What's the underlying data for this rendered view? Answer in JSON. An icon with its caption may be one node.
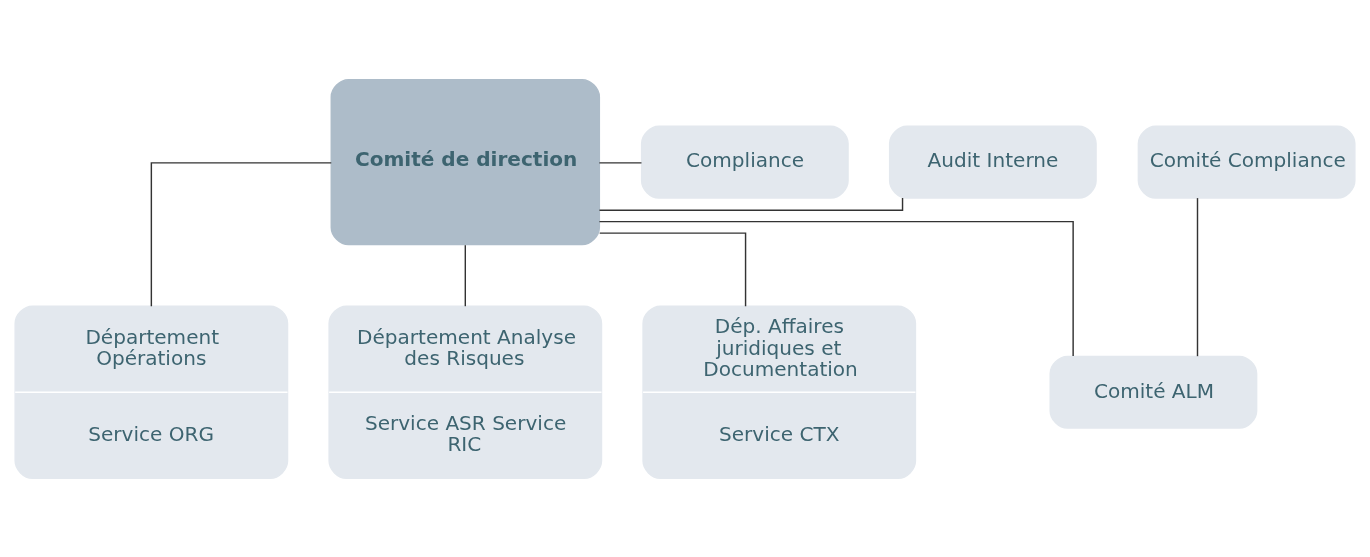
{
  "diagram": {
    "nodes": [
      {
        "text": [
          "Comité de direction"
        ]
      },
      {
        "text": [
          "Audit Interne"
        ]
      },
      {
        "text": [
          "Compliance"
        ]
      },
      {
        "text": [
          "Comité Compliance"
        ]
      },
      {
        "text": [
          "Département Opérations",
          "Service ORG"
        ]
      },
      {
        "text": [
          "Département Analyse des Risques",
          "Service ASR Service RIC"
        ]
      },
      {
        "text": [
          "Dép. Affaires juridiques et Documentation",
          "Service CTX"
        ]
      },
      {
        "text": [
          "Comité ALM"
        ]
      }
    ],
    "edges": [
      {
        "from": 0,
        "to": 1,
        "arrow": "none"
      },
      {
        "from": 0,
        "to": 2,
        "arrow": "none"
      },
      {
        "from": 0,
        "to": 4,
        "arrow": "none"
      },
      {
        "from": 0,
        "to": 5,
        "arrow": "none"
      },
      {
        "from": 0,
        "to": 6,
        "arrow": "none"
      },
      {
        "from": 0,
        "to": 7,
        "arrow": "none"
      },
      {
        "from": 3,
        "to": 7,
        "arrow": "none"
      }
    ]
  }
}
